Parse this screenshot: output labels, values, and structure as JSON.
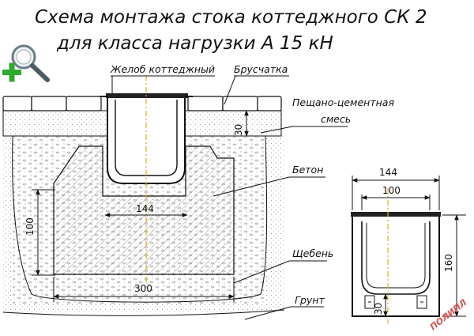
{
  "title": {
    "line1": "Схема монтажа стока коттеджного СК 2",
    "line2": "для класса нагрузки А 15 кН"
  },
  "labels": {
    "gutter": "Желоб коттеджный",
    "paving": "Брусчатка",
    "sand_cement_1": "Пещано-цементная",
    "sand_cement_2": "смесь",
    "concrete": "Бетон",
    "gravel": "Щебень",
    "soil": "Грунт"
  },
  "dimensions": {
    "layer": "30",
    "inner_width": "144",
    "height_left": "100",
    "base_width": "300",
    "section_width": "144",
    "section_inner": "100",
    "section_height": "160",
    "section_bottom": "30"
  },
  "icons": {
    "zoom": "zoom-plus-icon"
  },
  "watermark": "ПОЛИПЛ",
  "colors": {
    "accent_dash": "#e0b020",
    "icon_green": "#2eaa2e",
    "watermark": "#d9534f"
  }
}
